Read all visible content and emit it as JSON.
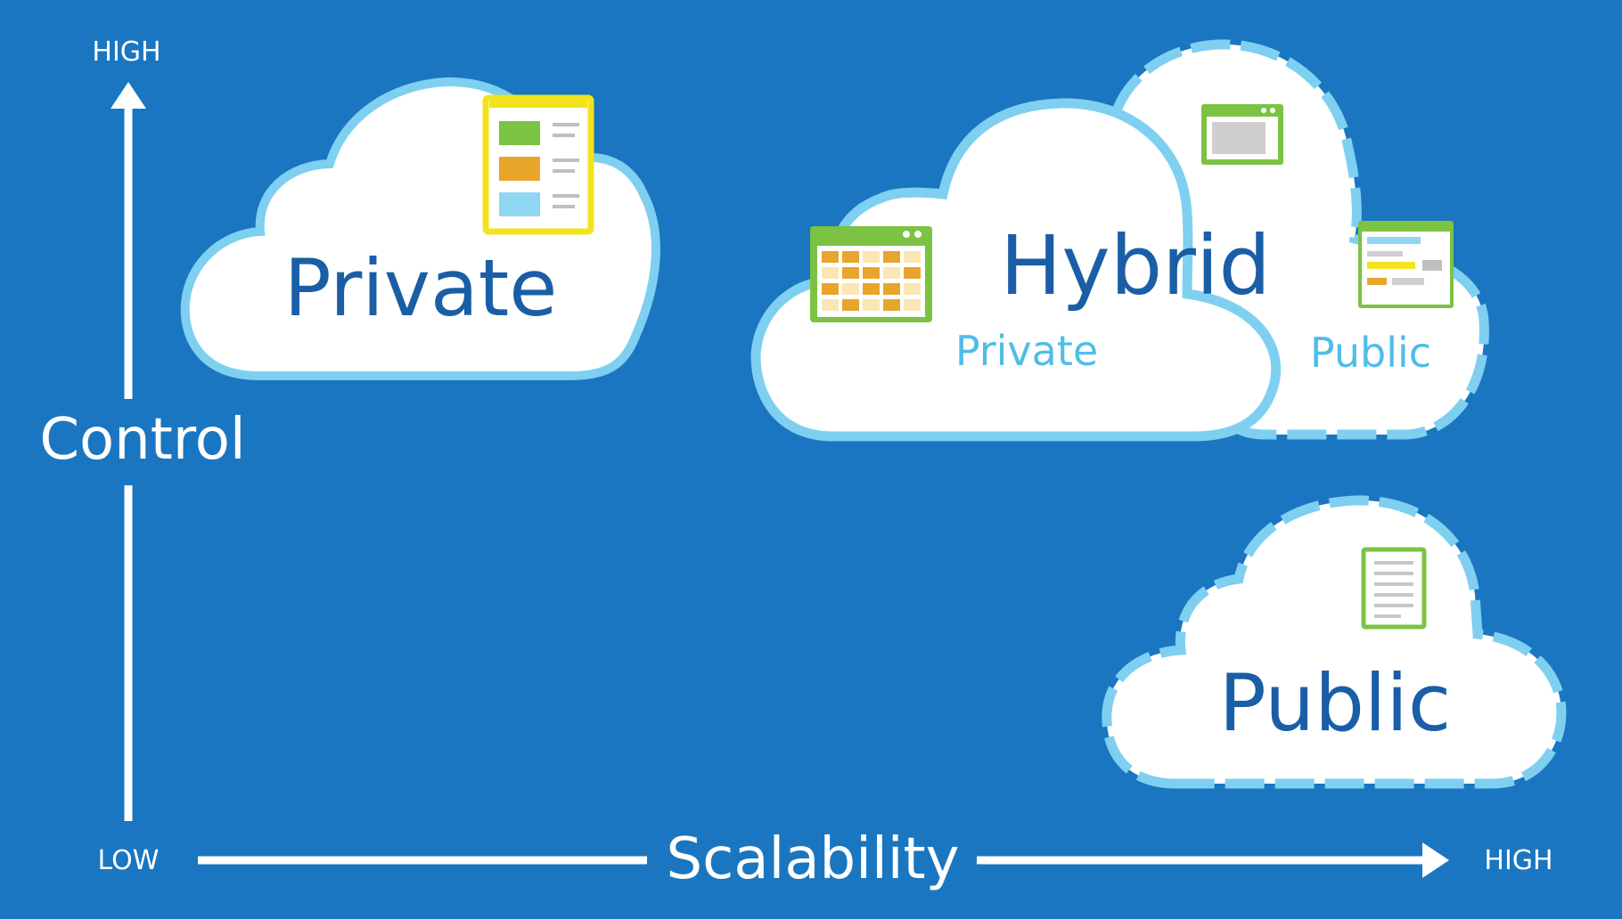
{
  "axes": {
    "y_label": "Control",
    "y_high": "HIGH",
    "x_label": "Scalability",
    "x_low": "LOW",
    "x_high": "HIGH"
  },
  "clouds": {
    "private": {
      "label": "Private"
    },
    "hybrid": {
      "label": "Hybrid",
      "private_label": "Private",
      "public_label": "Public"
    },
    "public": {
      "label": "Public"
    }
  },
  "colors": {
    "background": "#1a76c0",
    "cloud_fill": "#ffffff",
    "cloud_outline": "#7fcff1",
    "title_text": "#1a5ea6",
    "sub_text": "#4fbde8",
    "icon_green": "#7cc243",
    "icon_yellow": "#f3e31f",
    "icon_orange": "#e8a52c",
    "icon_lightblue": "#8fd7f2"
  },
  "icons": [
    "document-panel-icon",
    "calendar-window-icon",
    "text-window-icon",
    "form-window-icon",
    "document-page-icon"
  ]
}
